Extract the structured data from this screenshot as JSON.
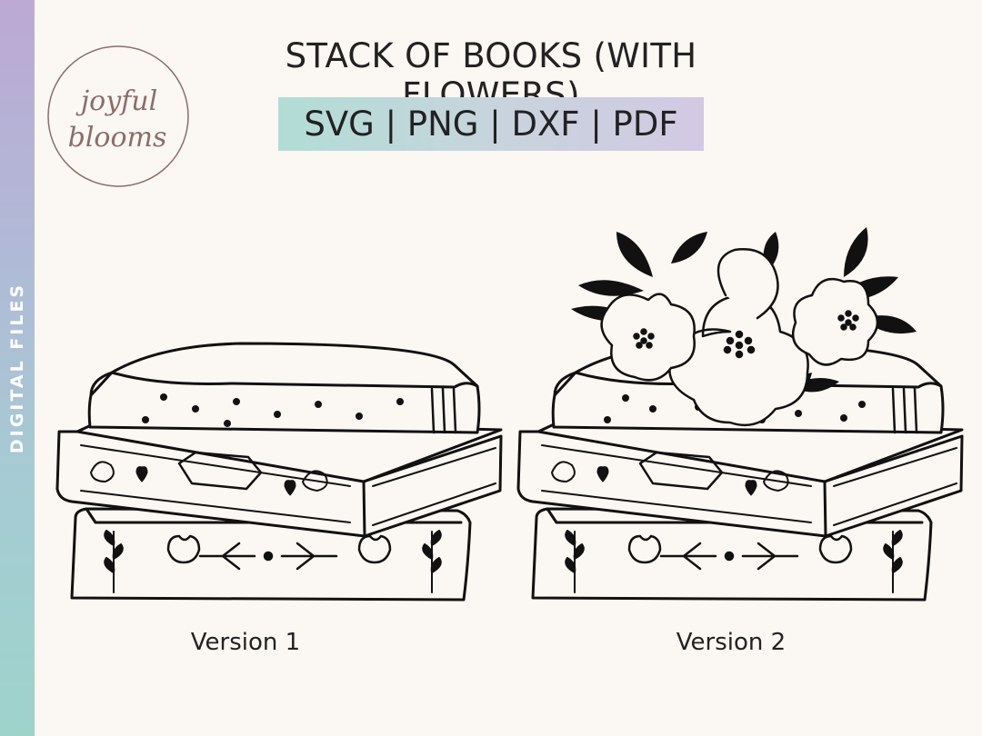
{
  "side_label": "DIGITAL FILES",
  "logo": {
    "line1": "joyful",
    "line2": "blooms"
  },
  "title": "STACK OF BOOKS (WITH FLOWERS)",
  "formats": "SVG | PNG | DXF | PDF",
  "versions": [
    {
      "label": "Version 1"
    },
    {
      "label": "Version 2"
    }
  ],
  "colors": {
    "background": "#fbf7f3",
    "side_bar_top": "#bca9d4",
    "side_bar_bottom": "#9ed3cc",
    "logo_text": "#8b6e6a",
    "ink": "#111111"
  }
}
